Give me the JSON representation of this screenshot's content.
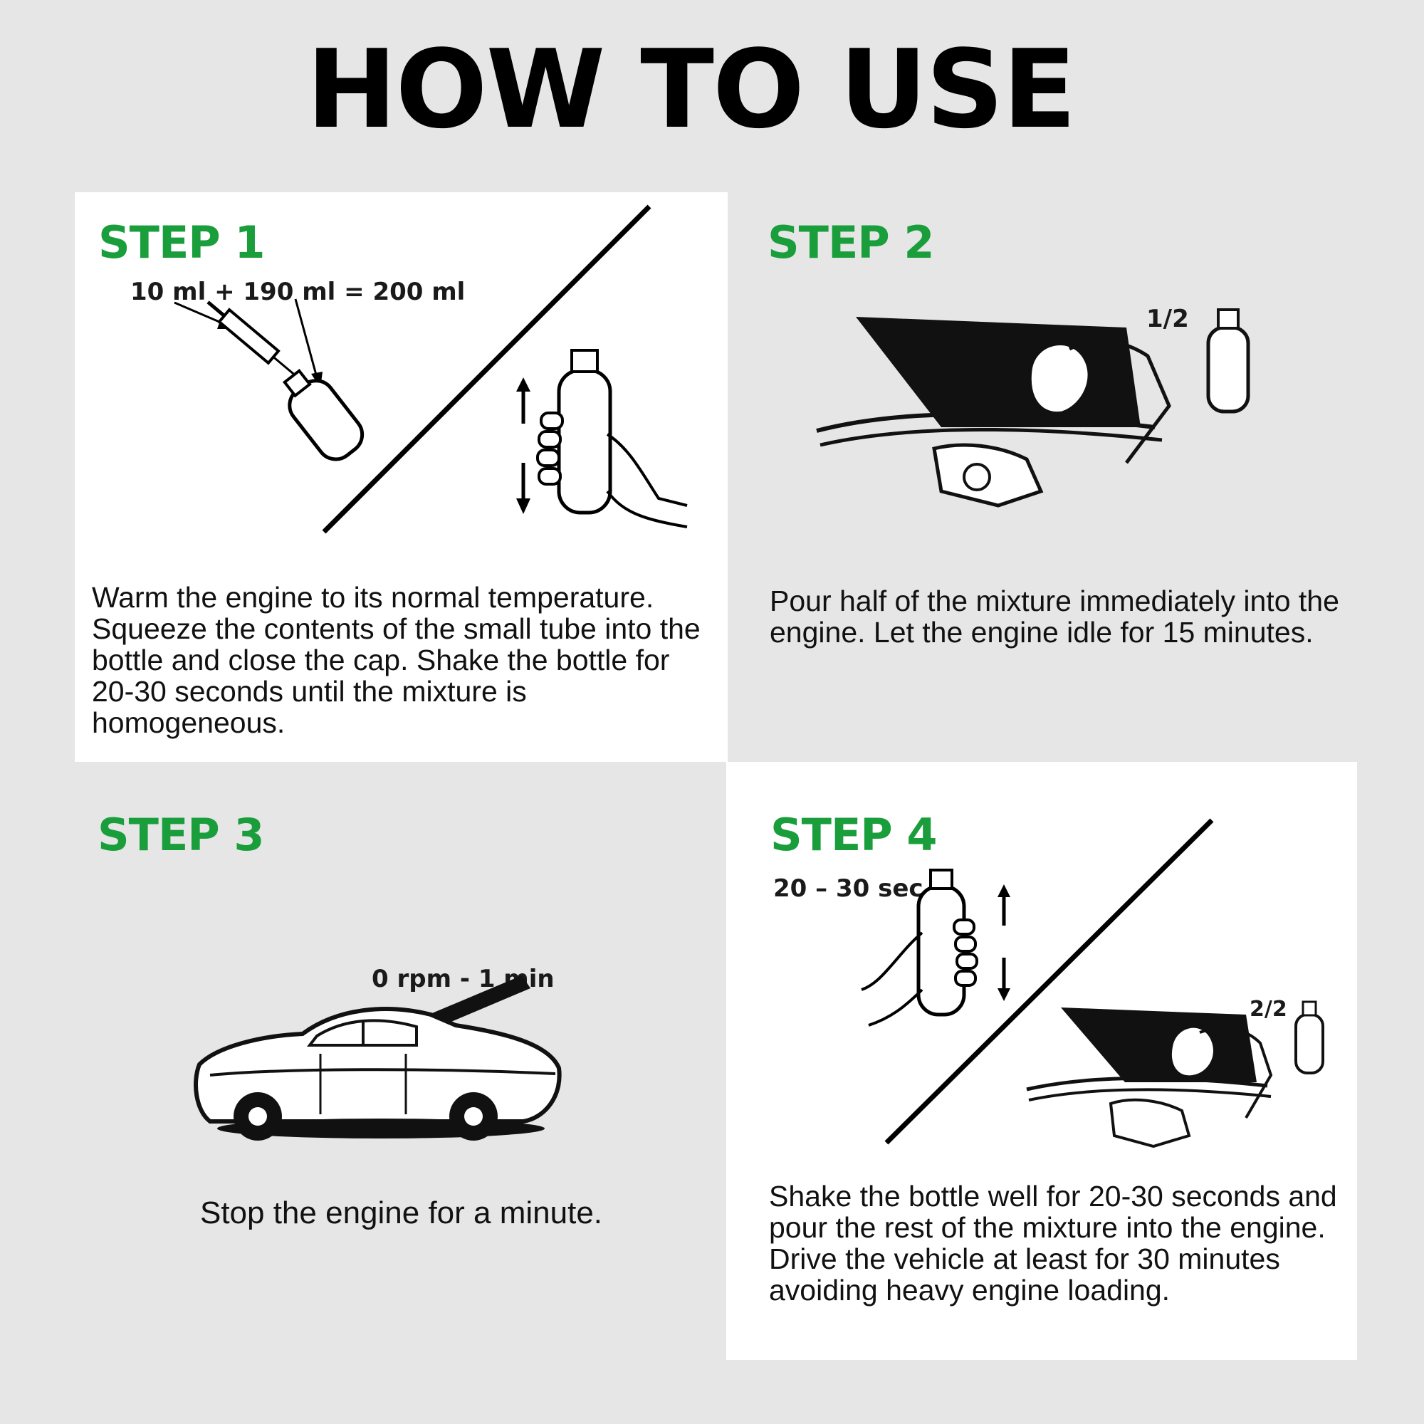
{
  "title": "HOW TO USE",
  "accent_color": "#1a9e3c",
  "steps": [
    {
      "label": "STEP 1",
      "annotation": "10 ml + 190 ml  = 200 ml",
      "text": "Warm the engine to its normal temperature. Squeeze the contents of the small tube into the bottle and close the cap. Shake the bottle for 20-30 seconds until the mixture is homogeneous."
    },
    {
      "label": "STEP 2",
      "annotation": "1/2",
      "text": "Pour half of the mixture immediately into the engine. Let the engine idle for 15 minutes."
    },
    {
      "label": "STEP 3",
      "annotation": "0 rpm  -  1 min",
      "text": "Stop the engine for a minute."
    },
    {
      "label": "STEP 4",
      "annotation": "20 – 30 sec",
      "annotation2": "2/2",
      "text": "Shake the bottle well for 20-30 seconds and pour the rest of the mixture into the engine. Drive the vehicle at least for 30 minutes avoiding heavy engine loading."
    }
  ]
}
